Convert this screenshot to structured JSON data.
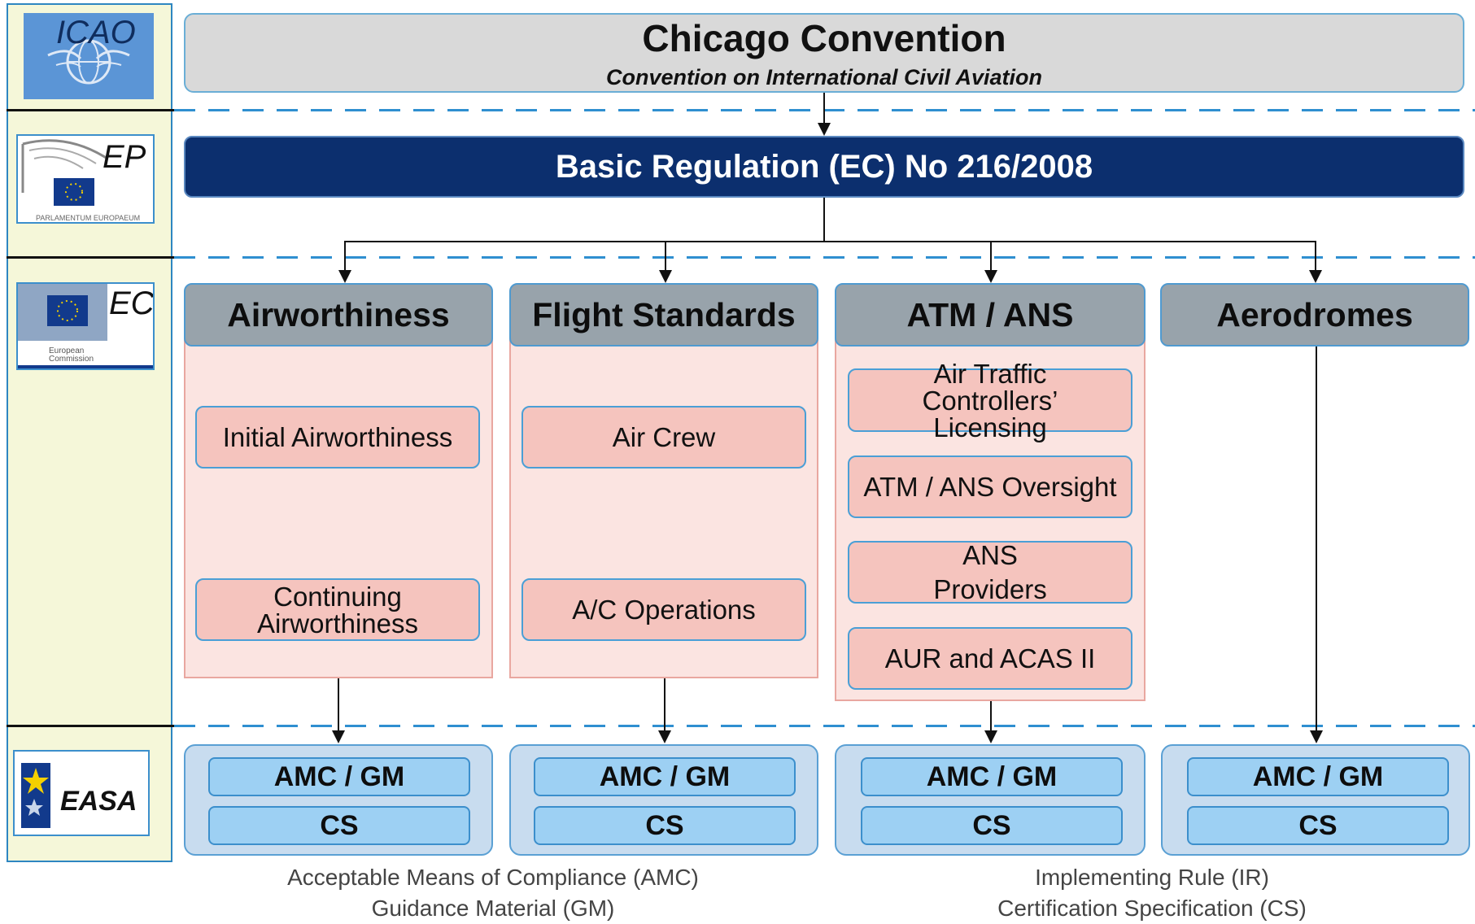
{
  "side_labels": {
    "icao": "ICAO",
    "ep": "EP",
    "ec": "EC",
    "easa": "EASA"
  },
  "logo_text": {
    "ep": "PARLAMENTUM EUROPAEUM",
    "ec": "European Commission"
  },
  "top": {
    "title": "Chicago Convention",
    "subtitle": "Convention on International Civil Aviation"
  },
  "regulation": "Basic Regulation (EC) No 216/2008",
  "columns": [
    {
      "title": "Airworthiness",
      "items": [
        "Initial Airworthiness",
        "Continuing Airworthiness"
      ]
    },
    {
      "title": "Flight Standards",
      "items": [
        "Air Crew",
        "A/C Operations"
      ]
    },
    {
      "title": "ATM / ANS",
      "items": [
        "Air Traffic Controllers’ Licensing",
        "ATM / ANS Oversight",
        "ANS Providers",
        "AUR and ACAS II"
      ]
    },
    {
      "title": "Aerodromes",
      "items": []
    }
  ],
  "easa_boxes": {
    "amc": "AMC / GM",
    "cs": "CS"
  },
  "legend": {
    "amc": "Acceptable Means of Compliance (AMC)",
    "gm": "Guidance Material (GM)",
    "ir": "Implementing Rule (IR)",
    "cs": "Certification Specification (CS)"
  },
  "colors": {
    "navy": "#0c2f6e",
    "dash": "#2f8fd0",
    "pink": "#f5c4be",
    "grey": "#98a3ab",
    "blue": "#9dd0f3"
  }
}
